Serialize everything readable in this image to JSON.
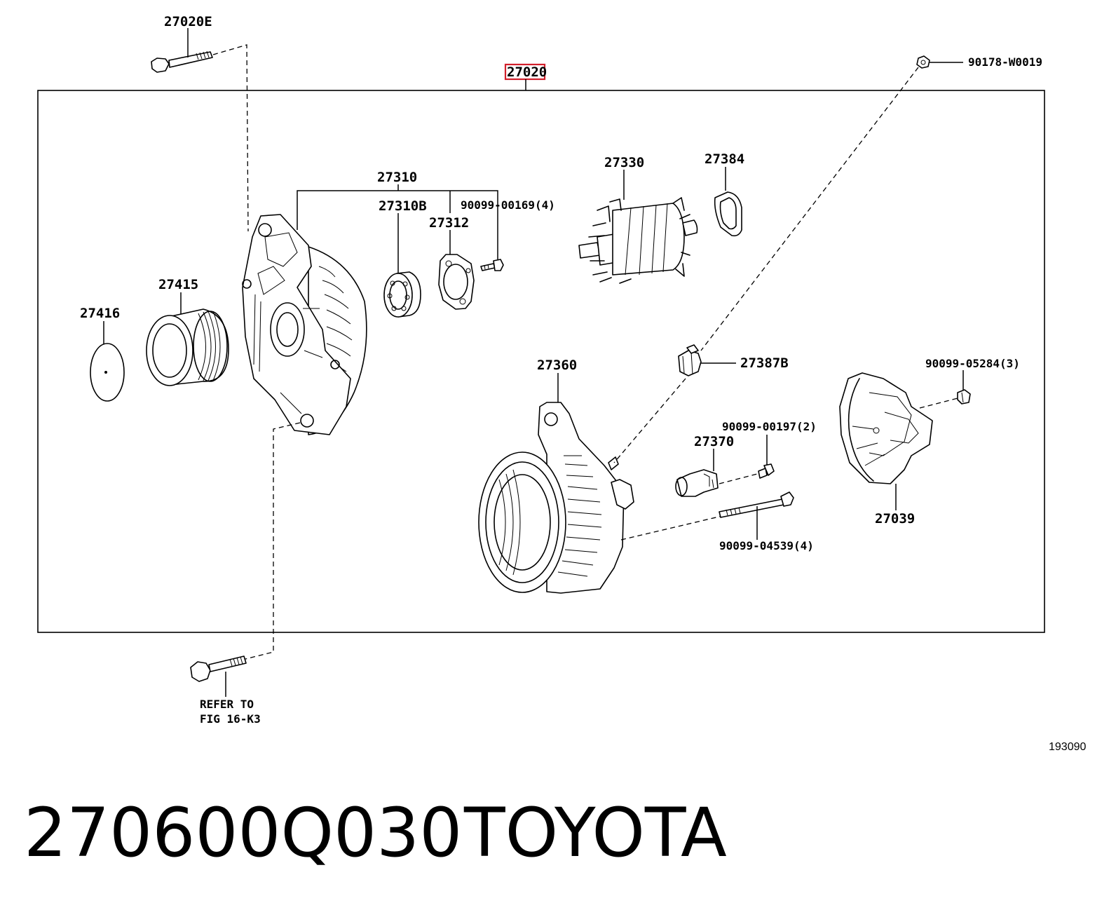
{
  "diagram": {
    "assembly_label": "27020",
    "catalog_ref": "193090",
    "note_line1": "REFER TO",
    "note_line2": "FIG 16-K3",
    "highlight_color": "#d21f2b",
    "parts": {
      "p27020E": "27020E",
      "p90178": "90178-W0019",
      "p27310": "27310",
      "p27310B": "27310B",
      "p90099_00169": "90099-00169(4)",
      "p27312": "27312",
      "p27330": "27330",
      "p27384": "27384",
      "p27415": "27415",
      "p27416": "27416",
      "p27360": "27360",
      "p27387B": "27387B",
      "p90099_05284": "90099-05284(3)",
      "p90099_00197": "90099-00197(2)",
      "p27370": "27370",
      "p27039": "27039",
      "p90099_04539": "90099-04539(4)"
    }
  },
  "footer": {
    "part_number": "270600Q030",
    "brand": "TOYOTA"
  }
}
